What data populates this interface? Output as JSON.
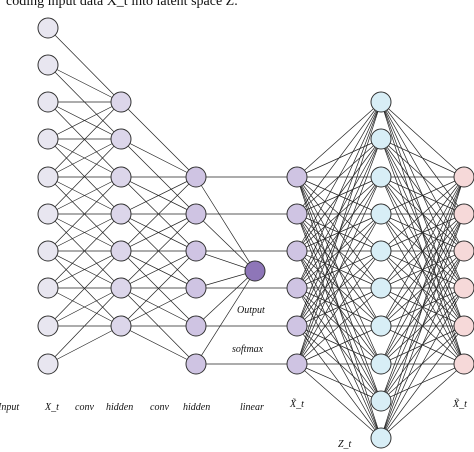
{
  "caption": "coding input data X_t into latent space Z.",
  "labels": {
    "input": "Input",
    "x_t": "X_t",
    "conv1": "conv",
    "hidden1": "hidden",
    "conv2": "conv",
    "hidden2": "hidden",
    "linear": "linear",
    "x_tilde_1": "X̃_t",
    "z_t": "Z_t",
    "x_tilde_2": "X̃_t",
    "output": "Output",
    "softmax": "softmax"
  },
  "colors": {
    "input_node": "#e8e6f0",
    "hidden1_node": "#dcd6ea",
    "hidden2_node": "#cfc4e3",
    "output_node": "#8e76b8",
    "encoder_node": "#cfc4e3",
    "latent_node": "#d8eef6",
    "decoder_node": "#f6d9d9",
    "stroke": "#333333",
    "edge": "#222222"
  }
}
